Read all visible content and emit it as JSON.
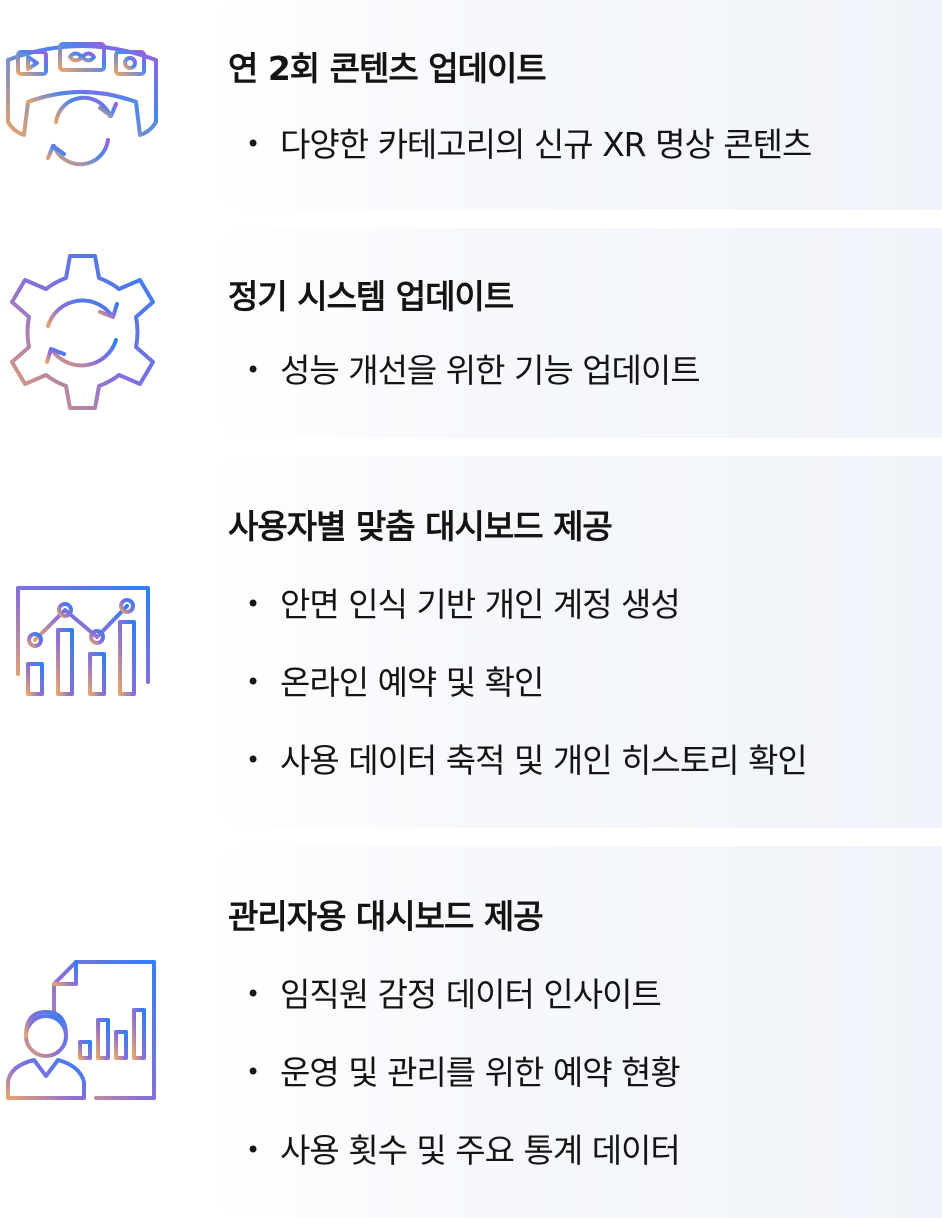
{
  "sections": [
    {
      "icon": "vr-content-refresh-icon",
      "title": "연 2회 콘텐츠 업데이트",
      "items": [
        "다양한 카테고리의 신규 XR 명상 콘텐츠"
      ]
    },
    {
      "icon": "gear-refresh-icon",
      "title": "정기 시스템 업데이트",
      "items": [
        "성능 개선을 위한 기능 업데이트"
      ]
    },
    {
      "icon": "chart-dashboard-icon",
      "title": "사용자별 맞춤 대시보드 제공",
      "items": [
        "안면 인식 기반 개인 계정 생성",
        "온라인 예약 및 확인",
        "사용 데이터 축적 및 개인 히스토리 확인"
      ]
    },
    {
      "icon": "admin-report-icon",
      "title": "관리자용 대시보드 제공",
      "items": [
        "임직원 감정 데이터 인사이트",
        "운영 및 관리를 위한 예약 현황",
        "사용 횟수 및 주요 통계 데이터"
      ]
    }
  ],
  "bullet_char": "•",
  "colors": {
    "icon_gradient_start": "#2f7ff5",
    "icon_gradient_mid": "#8a6fd8",
    "icon_gradient_end": "#e9a36a",
    "text": "#141414"
  }
}
